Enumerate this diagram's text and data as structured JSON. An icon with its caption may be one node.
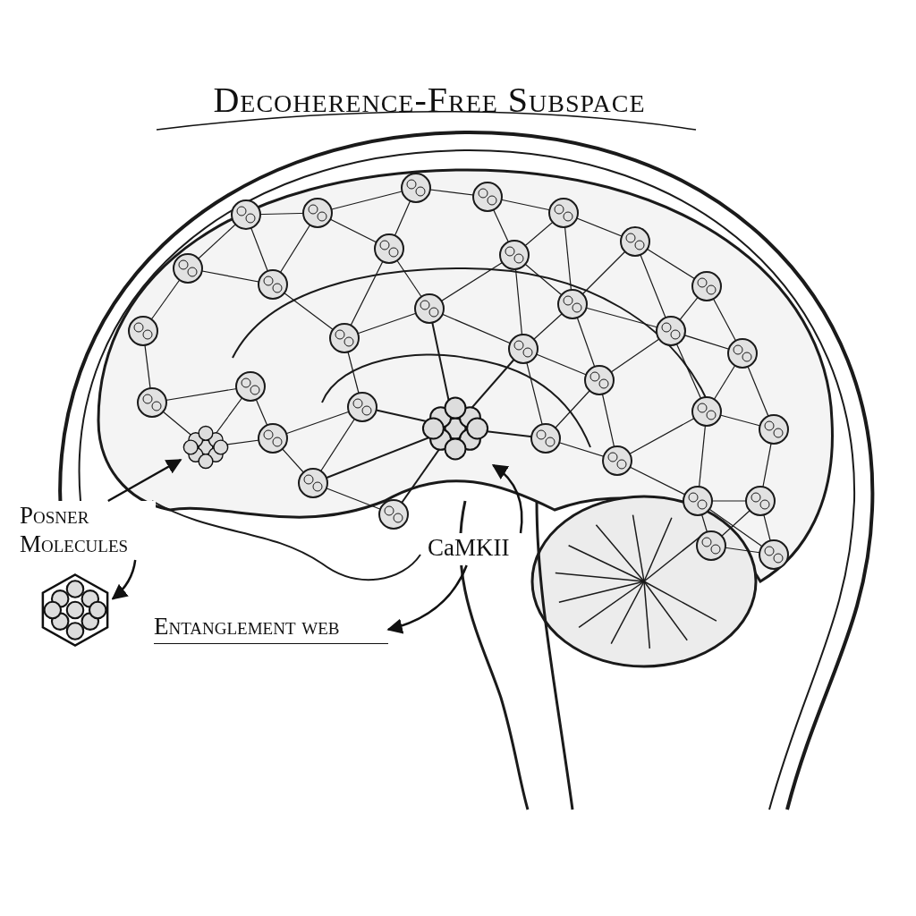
{
  "diagram": {
    "title": "Decoherence-Free Subspace",
    "nodes": [
      {
        "text": [
          "Posner Molecules"
        ]
      },
      {
        "text": [],
        "shape": "picture"
      },
      {
        "text": [],
        "shape": "picture"
      },
      {
        "text": [
          "CaMKII"
        ]
      },
      {
        "text": [],
        "shape": "picture"
      },
      {
        "text": [
          "Entanglement web"
        ]
      }
    ],
    "edges": [
      {
        "from": 0,
        "to": 1,
        "arrow": "to"
      },
      {
        "from": 0,
        "to": 2,
        "arrow": "to"
      },
      {
        "from": 3,
        "to": 4,
        "arrow": "to"
      },
      {
        "from": 3,
        "to": 5,
        "arrow": "to"
      }
    ]
  }
}
